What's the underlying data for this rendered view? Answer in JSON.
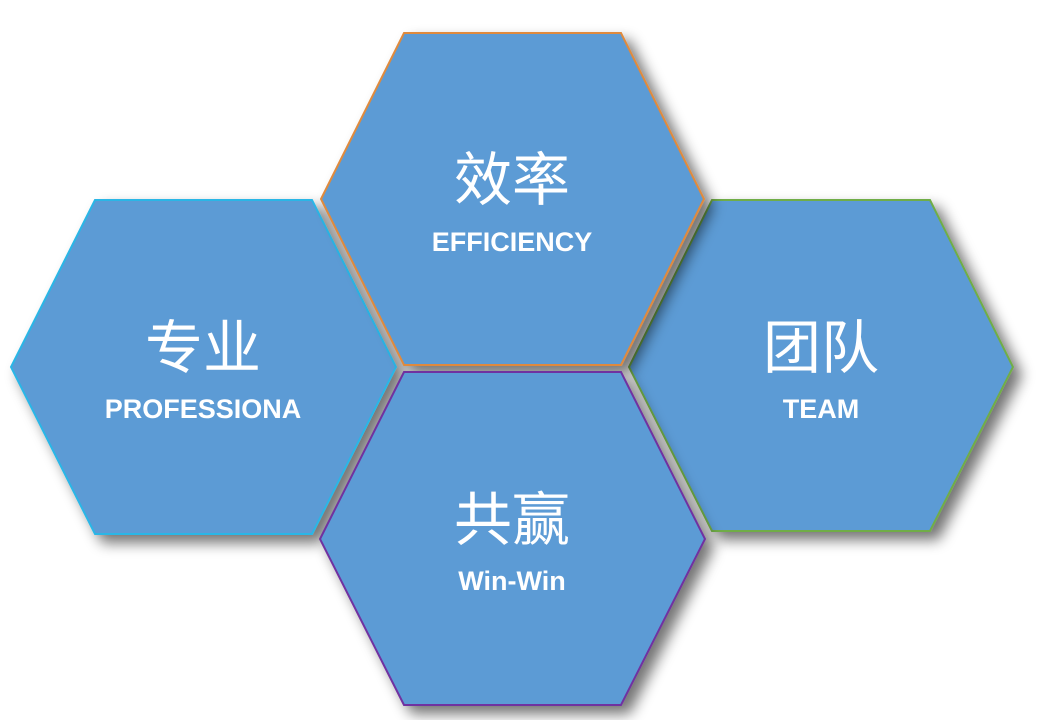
{
  "diagram": {
    "fill_color": "#5b9bd5",
    "hexagons": [
      {
        "id": "professional",
        "title": "专业",
        "subtitle": "PROFESSIONA",
        "border_color": "#29b6e6"
      },
      {
        "id": "efficiency",
        "title": "效率",
        "subtitle": "EFFICIENCY",
        "border_color": "#e08a3c"
      },
      {
        "id": "team",
        "title": "团队",
        "subtitle": "TEAM",
        "border_color": "#70ad47"
      },
      {
        "id": "winwin",
        "title": "共赢",
        "subtitle": "Win-Win",
        "border_color": "#7030a0"
      }
    ]
  }
}
